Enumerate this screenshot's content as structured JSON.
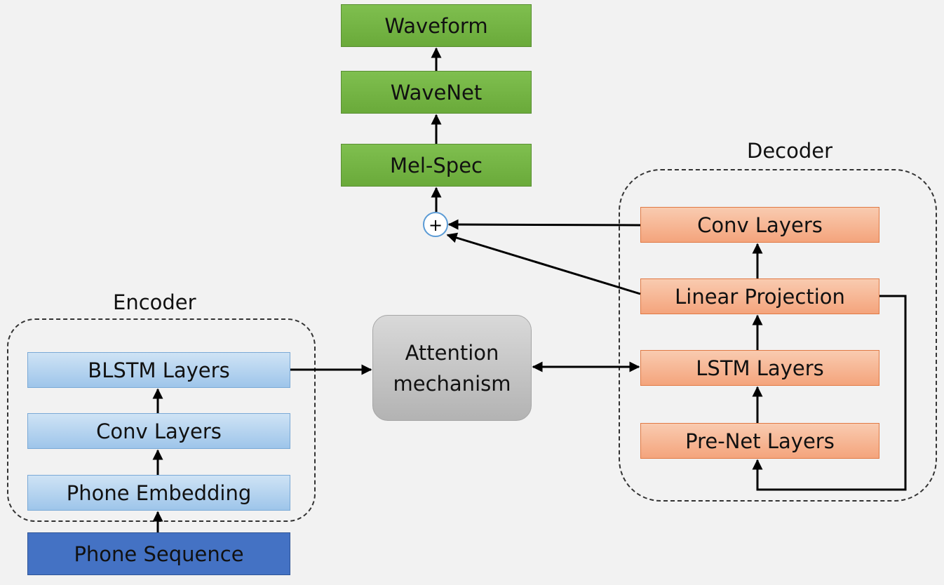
{
  "top_stack": {
    "waveform": "Waveform",
    "wavenet": "WaveNet",
    "melspec": "Mel-Spec"
  },
  "sum_symbol": "+",
  "encoder": {
    "title": "Encoder",
    "blstm": "BLSTM Layers",
    "conv": "Conv Layers",
    "embedding": "Phone Embedding",
    "input": "Phone Sequence"
  },
  "attention": {
    "line1": "Attention",
    "line2": "mechanism"
  },
  "decoder": {
    "title": "Decoder",
    "conv": "Conv Layers",
    "linear": "Linear Projection",
    "lstm": "LSTM Layers",
    "prenet": "Pre-Net Layers"
  },
  "colors": {
    "green": "#70ad47",
    "blue": "#9dc3e6",
    "navy": "#4472c4",
    "orange": "#f4b183",
    "gray": "#bfbfbf"
  }
}
